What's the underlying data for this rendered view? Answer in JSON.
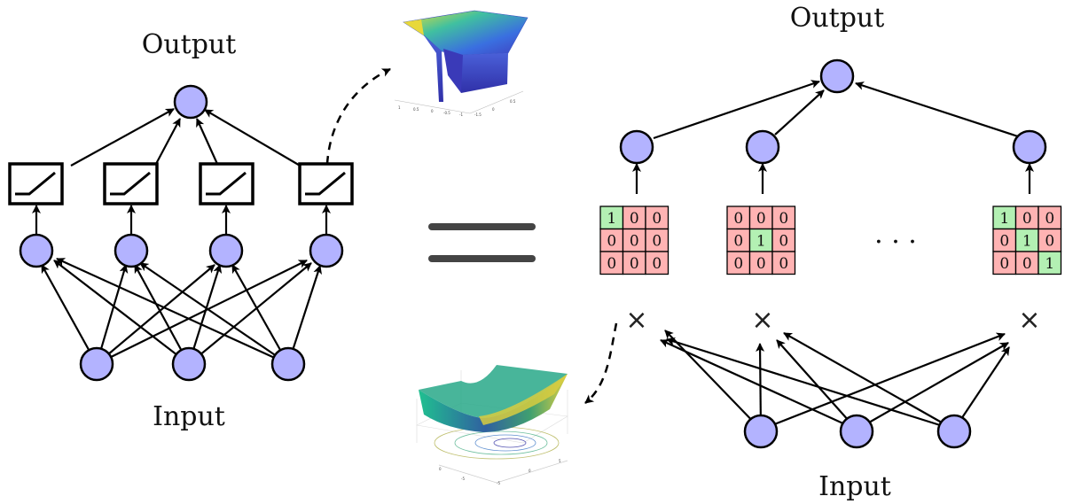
{
  "left_network": {
    "output_label": "Output",
    "input_label": "Input"
  },
  "right_network": {
    "output_label": "Output",
    "input_label": "Input",
    "ellipsis": "· · ·",
    "multiply_symbol": "×",
    "masks": [
      [
        [
          "1",
          "0",
          "0"
        ],
        [
          "0",
          "0",
          "0"
        ],
        [
          "0",
          "0",
          "0"
        ]
      ],
      [
        [
          "0",
          "0",
          "0"
        ],
        [
          "0",
          "1",
          "0"
        ],
        [
          "0",
          "0",
          "0"
        ]
      ],
      [
        [
          "1",
          "0",
          "0"
        ],
        [
          "0",
          "1",
          "0"
        ],
        [
          "0",
          "0",
          "1"
        ]
      ]
    ]
  },
  "colors": {
    "node_fill": "#b3b3ff",
    "cell_zero": "#ffb3b3",
    "cell_one": "#b3f0b3",
    "equals": "#444444"
  },
  "icons": [
    "relu-activation-icon",
    "surface-plot-icon",
    "convex-surface-plot-icon"
  ]
}
